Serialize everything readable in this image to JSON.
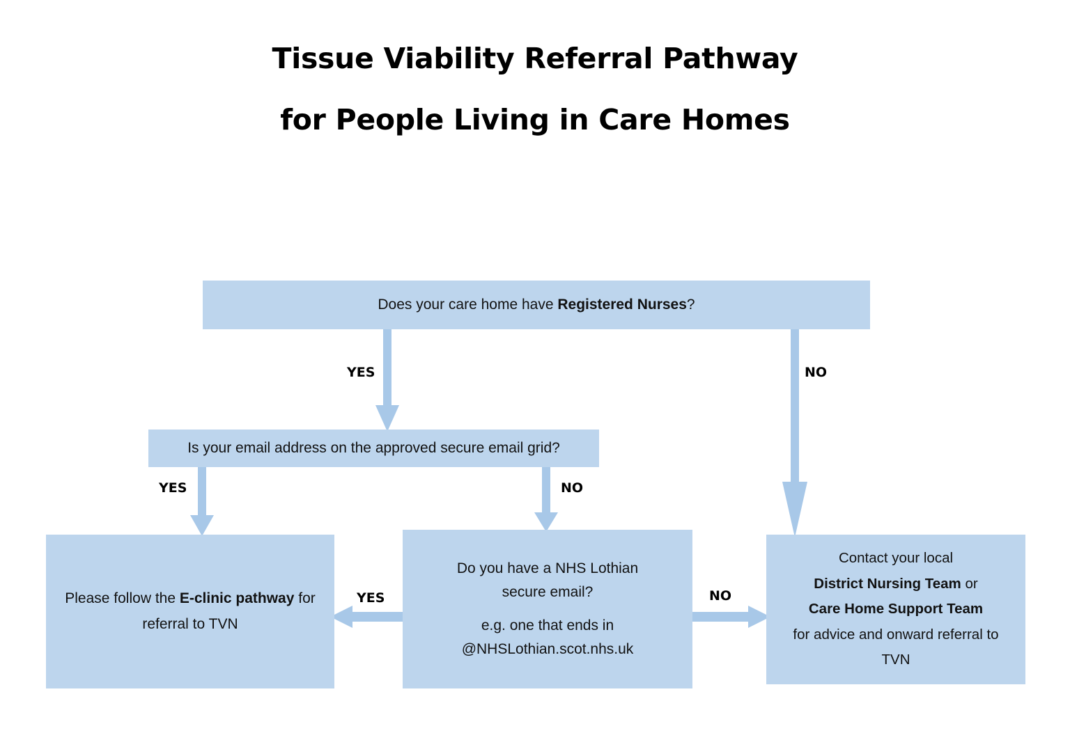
{
  "title": {
    "line1": "Tissue Viability Referral Pathway",
    "line2": "for People Living in Care Homes"
  },
  "colors": {
    "box_fill": "#bdd5ed",
    "arrow_fill": "#a8c8e8",
    "text": "#000000",
    "background": "#ffffff"
  },
  "nodes": {
    "nurses": {
      "id": "decision-registered-nurses",
      "type": "decision",
      "text_plain": "Does your care home have Registered Nurses?",
      "text_before": "Does your care home have ",
      "text_bold": "Registered Nurses",
      "text_after": "?"
    },
    "grid": {
      "id": "decision-secure-email-grid",
      "type": "decision",
      "text_plain": "Is your email address on the approved secure email grid?"
    },
    "secure": {
      "id": "decision-nhs-lothian-secure-email",
      "type": "decision",
      "line1": "Do you have a NHS Lothian",
      "line2": "secure email?",
      "line3": "e.g. one that ends in",
      "line4": "@NHSLothian.scot.nhs.uk"
    },
    "eclinic": {
      "id": "outcome-eclinic-pathway",
      "type": "outcome",
      "text_before": "Please follow the ",
      "text_bold": "E-clinic pathway",
      "text_after": " for referral to TVN"
    },
    "contact": {
      "id": "outcome-contact-local-teams",
      "type": "outcome",
      "line1": "Contact your local",
      "line2_bold": "District Nursing Team",
      "line2_after": " or",
      "line3_bold": "Care Home Support Team",
      "line4": "for advice and onward referral to",
      "line5": "TVN"
    }
  },
  "edges": [
    {
      "id": "edge-nurses-yes",
      "label": "YES",
      "from": "nurses",
      "to": "grid",
      "direction": "down"
    },
    {
      "id": "edge-nurses-no",
      "label": "NO",
      "from": "nurses",
      "to": "contact",
      "direction": "down"
    },
    {
      "id": "edge-grid-yes",
      "label": "YES",
      "from": "grid",
      "to": "eclinic",
      "direction": "down"
    },
    {
      "id": "edge-grid-no",
      "label": "NO",
      "from": "grid",
      "to": "secure",
      "direction": "down"
    },
    {
      "id": "edge-secure-yes",
      "label": "YES",
      "from": "secure",
      "to": "eclinic",
      "direction": "left"
    },
    {
      "id": "edge-secure-no",
      "label": "NO",
      "from": "secure",
      "to": "contact",
      "direction": "right"
    }
  ]
}
